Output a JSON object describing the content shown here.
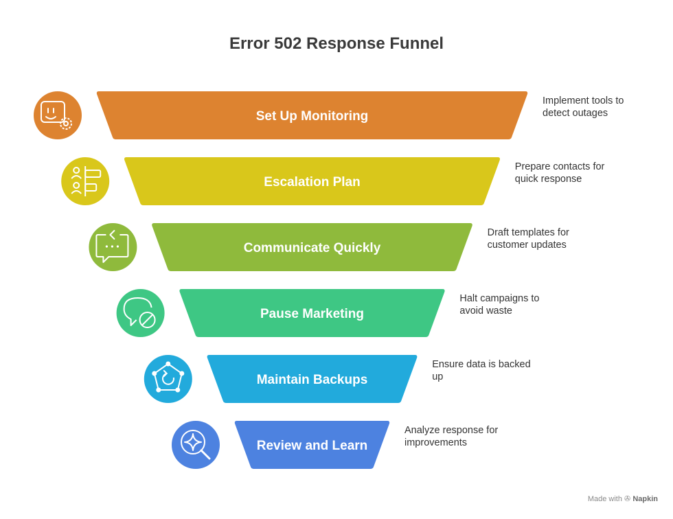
{
  "title": "Error 502 Response Funnel",
  "stages": [
    {
      "label": "Set Up Monitoring",
      "description": "Implement tools to detect outages",
      "color": "#DD8330",
      "icon": "monitoring-gear-icon"
    },
    {
      "label": "Escalation Plan",
      "description": "Prepare contacts for quick response",
      "color": "#D9C71B",
      "icon": "people-hierarchy-icon"
    },
    {
      "label": "Communicate Quickly",
      "description": "Draft templates for customer updates",
      "color": "#8FBA3C",
      "icon": "chat-message-icon"
    },
    {
      "label": "Pause Marketing",
      "description": "Halt campaigns to avoid waste",
      "color": "#3EC784",
      "icon": "speech-blocked-icon"
    },
    {
      "label": "Maintain Backups",
      "description": "Ensure data is backed up",
      "color": "#22AADC",
      "icon": "backup-network-icon"
    },
    {
      "label": "Review and Learn",
      "description": "Analyze response for improvements",
      "color": "#4D82E0",
      "icon": "magnify-sparkle-icon"
    }
  ],
  "footer": {
    "made_with": "Made with",
    "brand": "Napkin"
  }
}
